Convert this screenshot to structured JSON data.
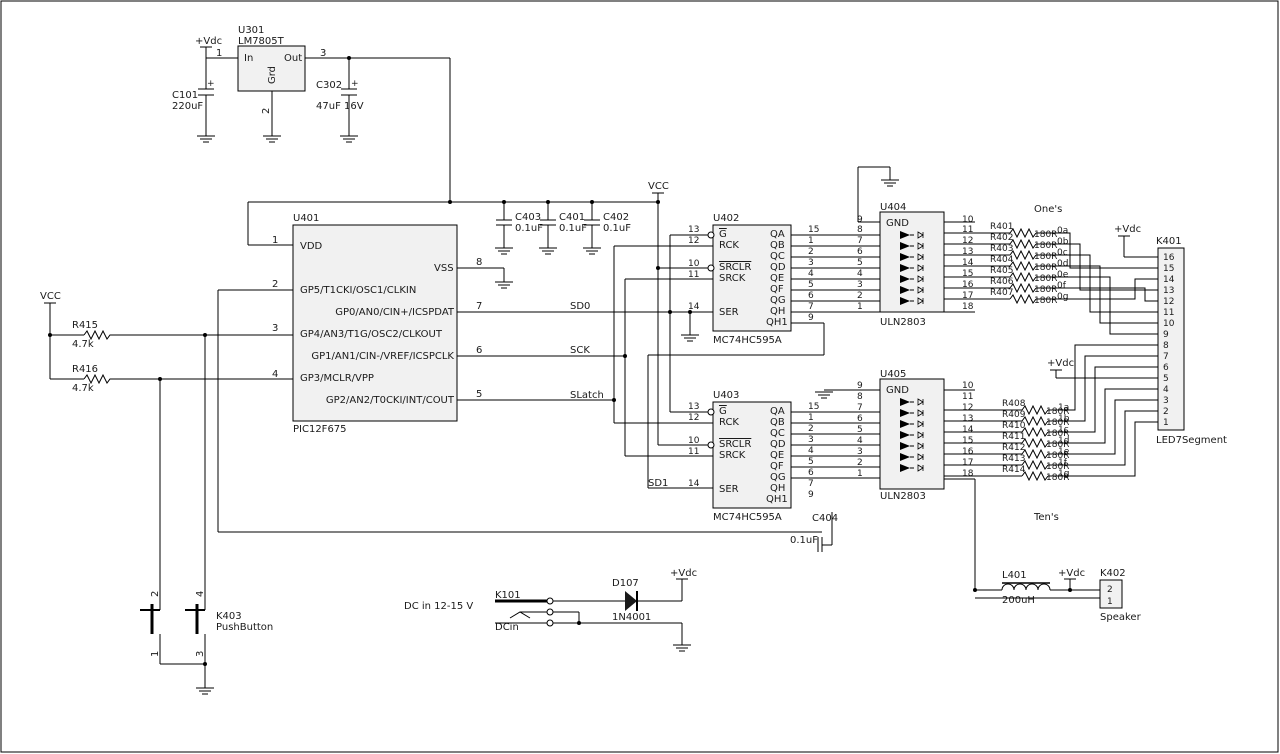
{
  "u301": {
    "ref": "U301",
    "part": "LM7805T",
    "in": "In",
    "out": "Out",
    "gnd": "Grd",
    "p1": "1",
    "p2": "2",
    "p3": "3"
  },
  "vdc_label": "+Vdc",
  "vcc_label": "VCC",
  "c101": {
    "ref": "C101",
    "val": "220uF"
  },
  "c302": {
    "ref": "C302",
    "val": "47uF 16V"
  },
  "c403": {
    "ref": "C403",
    "val": "0.1uF"
  },
  "c401": {
    "ref": "C401",
    "val": "0.1uF"
  },
  "c402": {
    "ref": "C402",
    "val": "0.1uF"
  },
  "c404": {
    "ref": "C404",
    "val": "0.1uF"
  },
  "u401": {
    "ref": "U401",
    "part": "PIC12F675",
    "vdd": "VDD",
    "vss": "VSS",
    "gp5": "GP5/T1CKI/OSC1/CLKIN",
    "gp0": "GP0/AN0/CIN+/ICSPDAT",
    "gp4": "GP4/AN3/T1G/OSC2/CLKOUT",
    "gp1": "GP1/AN1/CIN-/VREF/ICSPCLK",
    "gp3": "GP3/MCLR/VPP",
    "gp2": "GP2/AN2/T0CKI/INT/COUT",
    "p1": "1",
    "p2": "2",
    "p3": "3",
    "p4": "4",
    "p5": "5",
    "p6": "6",
    "p7": "7",
    "p8": "8"
  },
  "r415": {
    "ref": "R415",
    "val": "4.7k"
  },
  "r416": {
    "ref": "R416",
    "val": "4.7k"
  },
  "nets": {
    "sd0": "SD0",
    "sck": "SCK",
    "slatch": "SLatch",
    "sd1": "SD1"
  },
  "u402": {
    "ref": "U402",
    "part": "MC74HC595A",
    "g": "G",
    "rck": "RCK",
    "srclr": "SRCLR",
    "srck": "SRCK",
    "ser": "SER",
    "qa": "QA",
    "qb": "QB",
    "qc": "QC",
    "qd": "QD",
    "qe": "QE",
    "qf": "QF",
    "qg": "QG",
    "qh": "QH",
    "qh1": "QH1",
    "pin_g": "13",
    "pin_rck": "12",
    "pin_srclr": "10",
    "pin_srck": "11",
    "pin_ser": "14",
    "pin_qa": "15",
    "pin_qb": "1",
    "pin_qc": "2",
    "pin_qd": "3",
    "pin_qe": "4",
    "pin_qf": "5",
    "pin_qg": "6",
    "pin_qh": "7",
    "pin_qh1": "9"
  },
  "u403": {
    "ref": "U403",
    "part": "MC74HC595A",
    "g": "G",
    "rck": "RCK",
    "srclr": "SRCLR",
    "srck": "SRCK",
    "ser": "SER",
    "qa": "QA",
    "qb": "QB",
    "qc": "QC",
    "qd": "QD",
    "qe": "QE",
    "qf": "QF",
    "qg": "QG",
    "qh": "QH",
    "qh1": "QH1",
    "pin_g": "13",
    "pin_rck": "12",
    "pin_srclr": "10",
    "pin_srck": "11",
    "pin_ser": "14",
    "pin_qa": "15",
    "pin_qb": "1",
    "pin_qc": "2",
    "pin_qd": "3",
    "pin_qe": "4",
    "pin_qf": "5",
    "pin_qg": "6",
    "pin_qh": "7",
    "pin_qh1": "9"
  },
  "u404": {
    "ref": "U404",
    "part": "ULN2803",
    "gnd": "GND",
    "in_pins": [
      "8",
      "7",
      "6",
      "5",
      "4",
      "3",
      "2",
      "1"
    ],
    "out_pins": [
      "11",
      "12",
      "13",
      "14",
      "15",
      "16",
      "17",
      "18"
    ],
    "p9": "9",
    "p10": "10"
  },
  "u405": {
    "ref": "U405",
    "part": "ULN2803",
    "gnd": "GND",
    "in_pins": [
      "8",
      "7",
      "6",
      "5",
      "4",
      "3",
      "2",
      "1"
    ],
    "out_pins": [
      "11",
      "12",
      "13",
      "14",
      "15",
      "16",
      "17",
      "18"
    ],
    "p9": "9",
    "p10": "10"
  },
  "ones_label": "One's",
  "tens_label": "Ten's",
  "r_top": {
    "refs": [
      "R401",
      "R402",
      "R403",
      "R404",
      "R405",
      "R406",
      "R407"
    ],
    "vals": [
      "180R",
      "180R",
      "180R",
      "180R",
      "180R",
      "180R",
      "180R"
    ],
    "segs": [
      "0a",
      "0b",
      "0c",
      "0d",
      "0e",
      "0f",
      "0g"
    ]
  },
  "r_bot": {
    "refs": [
      "R408",
      "R409",
      "R410",
      "R411",
      "R412",
      "R413",
      "R414"
    ],
    "vals": [
      "180R",
      "180R",
      "180R",
      "180R",
      "180R",
      "180R",
      "180R"
    ],
    "segs": [
      "1a",
      "1b",
      "1c",
      "1d",
      "1e",
      "1f",
      "1g"
    ]
  },
  "k401": {
    "ref": "K401",
    "part": "LED7Segment",
    "pins": [
      "16",
      "15",
      "14",
      "13",
      "12",
      "11",
      "10",
      "9",
      "8",
      "7",
      "6",
      "5",
      "4",
      "3",
      "2",
      "1"
    ]
  },
  "k101": {
    "ref": "K101",
    "name": "DCin"
  },
  "dc_note": "DC in 12-15 V",
  "d107": {
    "ref": "D107",
    "part": "1N4001"
  },
  "l401": {
    "ref": "L401",
    "val": "200uH"
  },
  "k402": {
    "ref": "K402",
    "part": "Speaker",
    "p2": "2",
    "p1": "1"
  },
  "k403": {
    "ref": "K403",
    "part": "PushButton",
    "p1": "1",
    "p2": "2",
    "p3": "3",
    "p4": "4"
  }
}
